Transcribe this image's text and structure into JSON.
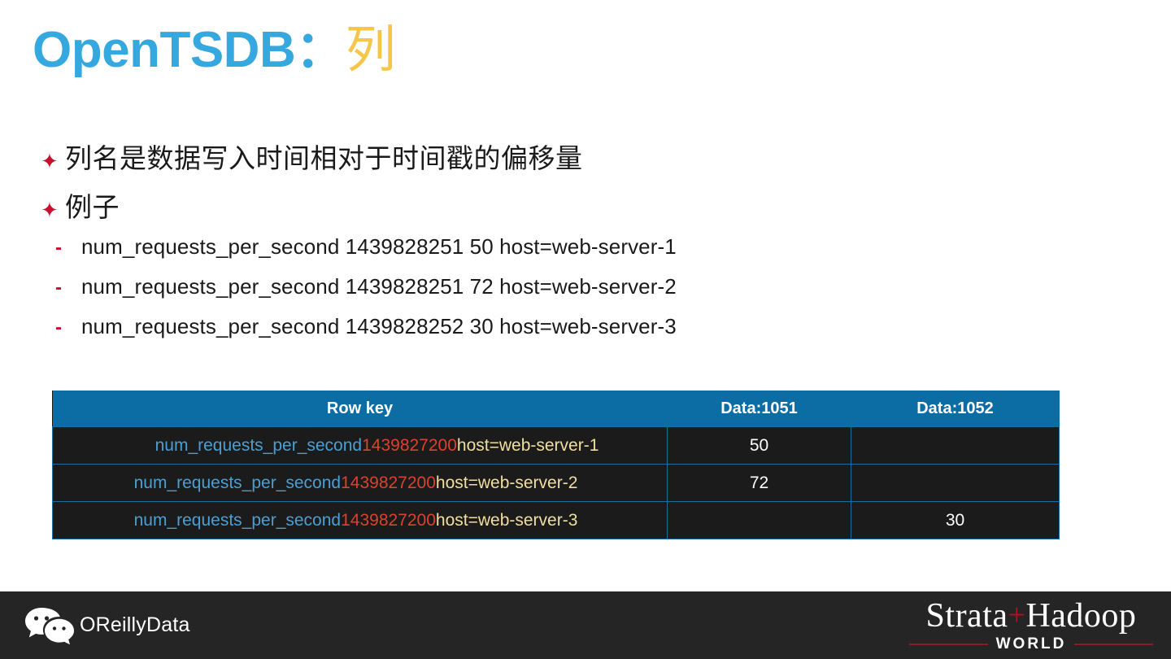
{
  "title": {
    "main": "OpenTSDB",
    "colon": "：",
    "accent": "列"
  },
  "bullets": [
    {
      "marker": "✦",
      "text": "列名是数据写入时间相对于时间戳的偏移量"
    },
    {
      "marker": "✦",
      "text": "例子"
    }
  ],
  "sub_bullets": [
    {
      "marker": "-",
      "text": "num_requests_per_second 1439828251 50 host=web-server-1"
    },
    {
      "marker": "-",
      "text": "num_requests_per_second 1439828251 72 host=web-server-2"
    },
    {
      "marker": "-",
      "text": "num_requests_per_second 1439828252 30 host=web-server-3"
    }
  ],
  "table": {
    "headers": {
      "row_key": "Row key",
      "data_1": "Data:1051",
      "data_2": "Data:1052"
    },
    "rows": [
      {
        "metric": "num_requests_per_second",
        "timestamp": "1439827200",
        "tag": "host=web-server-1",
        "data_1": "50",
        "data_2": ""
      },
      {
        "metric": "num_requests_per_second",
        "timestamp": "1439827200",
        "tag": "host=web-server-2",
        "data_1": "72",
        "data_2": ""
      },
      {
        "metric": "num_requests_per_second",
        "timestamp": "1439827200",
        "tag": "host=web-server-3",
        "data_1": "",
        "data_2": "30"
      }
    ]
  },
  "footer": {
    "wechat_icon": "wechat-icon",
    "brand": "OReillyData",
    "logo": {
      "part1": "Strata",
      "plus": "+",
      "part2": "Hadoop",
      "subtitle": "WORLD"
    }
  },
  "colors": {
    "title_blue": "#35a8e0",
    "title_yellow": "#f5c649",
    "bullet_red": "#c8102e",
    "table_header_blue": "#0c6ca4",
    "table_bg_dark": "#1b1b1b",
    "table_border_blue": "#1a6e9e",
    "rowkey_metric": "#4a9fd4",
    "rowkey_timestamp": "#d8432e",
    "rowkey_tag": "#f0dfa0",
    "footer_bg": "#252525",
    "strata_red": "#b01020"
  }
}
